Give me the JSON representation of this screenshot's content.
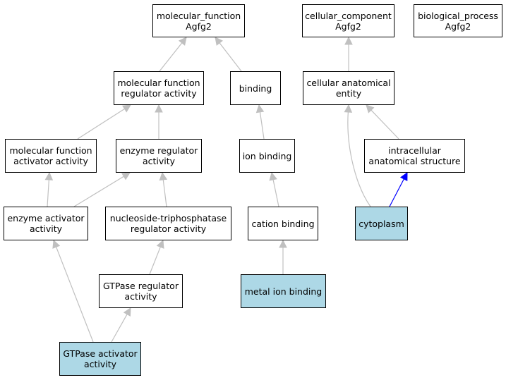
{
  "colors": {
    "highlight_fill": "#add8e6",
    "default_fill": "#ffffff",
    "edge_gray": "#c0c0c0",
    "edge_blue": "#0000ff"
  },
  "nodes": {
    "mf_root": {
      "lines": [
        "molecular_function",
        "Agfg2"
      ],
      "highlight": false
    },
    "cc_root": {
      "lines": [
        "cellular_component",
        "Agfg2"
      ],
      "highlight": false
    },
    "bp_root": {
      "lines": [
        "biological_process",
        "Agfg2"
      ],
      "highlight": false
    },
    "mf_regulator": {
      "lines": [
        "molecular function",
        "regulator activity"
      ],
      "highlight": false
    },
    "binding": {
      "lines": [
        "binding"
      ],
      "highlight": false
    },
    "cell_anat": {
      "lines": [
        "cellular anatomical",
        "entity"
      ],
      "highlight": false
    },
    "mf_activator": {
      "lines": [
        "molecular function",
        "activator activity"
      ],
      "highlight": false
    },
    "enz_regulator": {
      "lines": [
        "enzyme regulator",
        "activity"
      ],
      "highlight": false
    },
    "ion_binding": {
      "lines": [
        "ion binding"
      ],
      "highlight": false
    },
    "intracellular": {
      "lines": [
        "intracellular",
        "anatomical structure"
      ],
      "highlight": false
    },
    "enz_activator": {
      "lines": [
        "enzyme activator",
        "activity"
      ],
      "highlight": false
    },
    "ntp_regulator": {
      "lines": [
        "nucleoside-triphosphatase",
        "regulator activity"
      ],
      "highlight": false
    },
    "cation_binding": {
      "lines": [
        "cation binding"
      ],
      "highlight": false
    },
    "cytoplasm": {
      "lines": [
        "cytoplasm"
      ],
      "highlight": true
    },
    "gtpase_regulator": {
      "lines": [
        "GTPase regulator",
        "activity"
      ],
      "highlight": false
    },
    "metal_ion": {
      "lines": [
        "metal ion binding"
      ],
      "highlight": true
    },
    "gtpase_activator": {
      "lines": [
        "GTPase activator",
        "activity"
      ],
      "highlight": true
    }
  },
  "edges": [
    {
      "from": "mf_regulator",
      "to": "mf_root",
      "color": "gray"
    },
    {
      "from": "binding",
      "to": "mf_root",
      "color": "gray"
    },
    {
      "from": "cell_anat",
      "to": "cc_root",
      "color": "gray"
    },
    {
      "from": "mf_activator",
      "to": "mf_regulator",
      "color": "gray"
    },
    {
      "from": "enz_regulator",
      "to": "mf_regulator",
      "color": "gray"
    },
    {
      "from": "ion_binding",
      "to": "binding",
      "color": "gray"
    },
    {
      "from": "intracellular",
      "to": "cell_anat",
      "color": "gray"
    },
    {
      "from": "cytoplasm",
      "to": "cell_anat",
      "color": "gray"
    },
    {
      "from": "enz_activator",
      "to": "mf_activator",
      "color": "gray"
    },
    {
      "from": "enz_activator",
      "to": "enz_regulator",
      "color": "gray"
    },
    {
      "from": "ntp_regulator",
      "to": "enz_regulator",
      "color": "gray"
    },
    {
      "from": "cation_binding",
      "to": "ion_binding",
      "color": "gray"
    },
    {
      "from": "cytoplasm",
      "to": "intracellular",
      "color": "blue"
    },
    {
      "from": "gtpase_activator",
      "to": "enz_activator",
      "color": "gray"
    },
    {
      "from": "gtpase_regulator",
      "to": "ntp_regulator",
      "color": "gray"
    },
    {
      "from": "metal_ion",
      "to": "cation_binding",
      "color": "gray"
    },
    {
      "from": "gtpase_activator",
      "to": "gtpase_regulator",
      "color": "gray"
    }
  ]
}
